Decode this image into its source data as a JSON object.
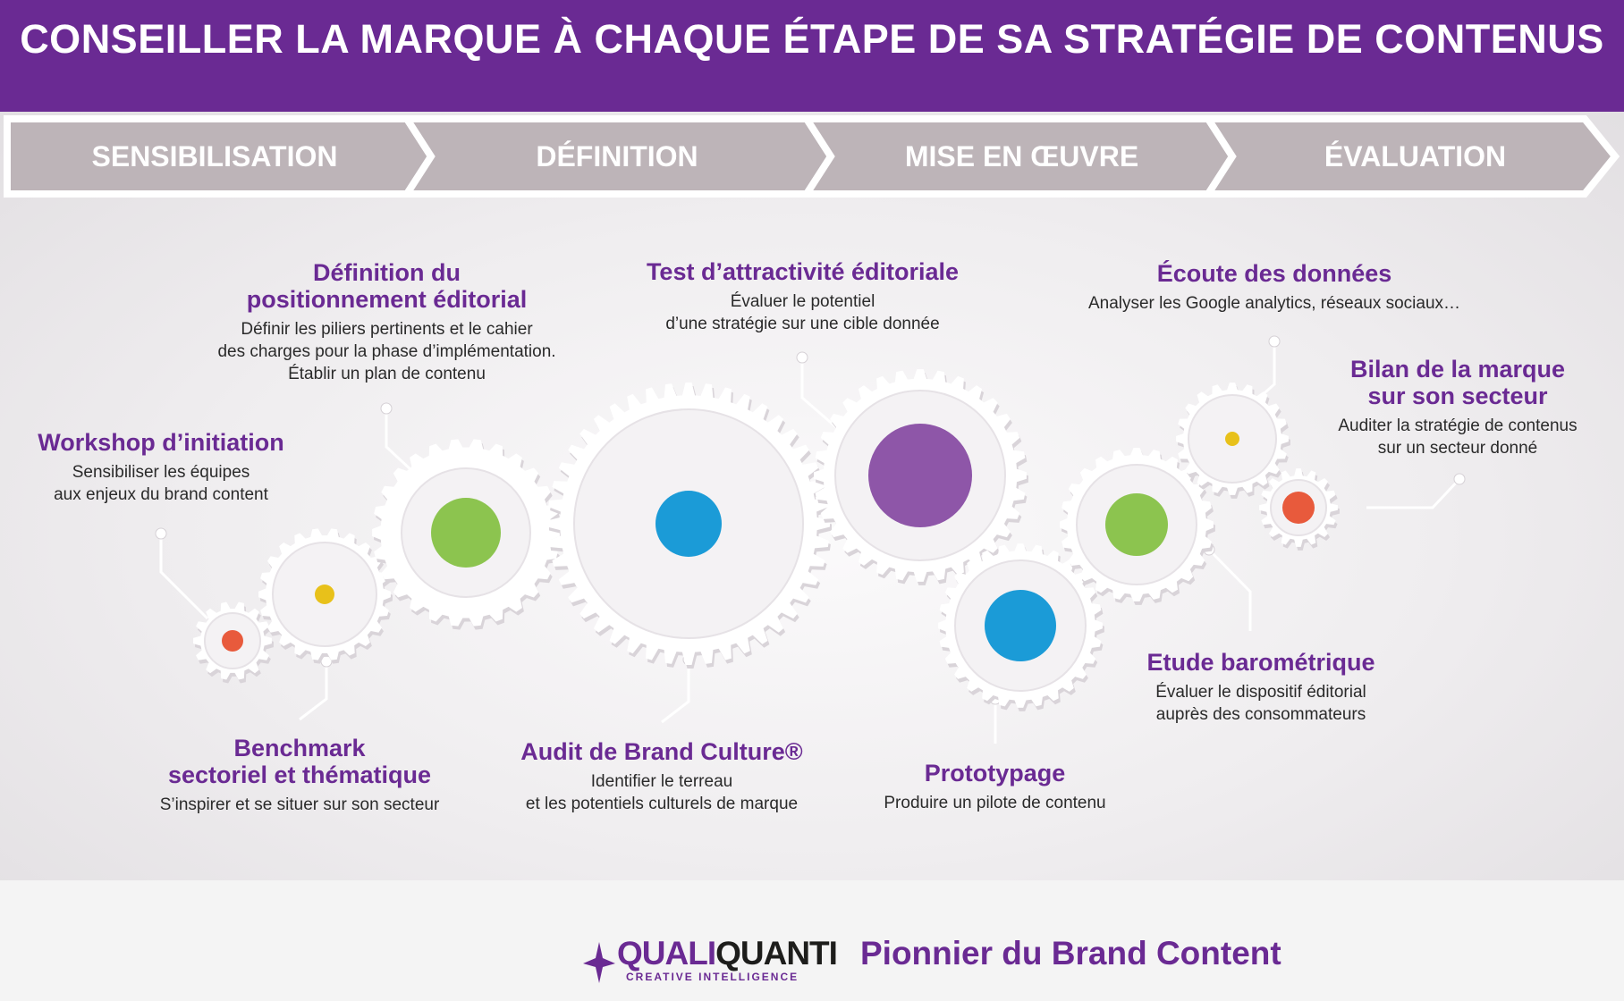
{
  "header": {
    "title": "CONSEILLER LA MARQUE À CHAQUE ÉTAPE DE SA STRATÉGIE DE CONTENUS"
  },
  "phases": [
    {
      "label": "SENSIBILISATION"
    },
    {
      "label": "DÉFINITION"
    },
    {
      "label": "MISE EN ŒUVRE"
    },
    {
      "label": "ÉVALUATION"
    }
  ],
  "colors": {
    "purple": "#6a2a93",
    "arrow_fill": "#bdb4b8",
    "green": "#8cc44f",
    "blue": "#1b9bd7",
    "violet": "#8e56a8",
    "orange": "#e85a3c",
    "yellow": "#e8c11a"
  },
  "steps": [
    {
      "id": "workshop",
      "title": "Workshop d’initiation",
      "desc": "Sensibiliser les équipes\naux enjeux du brand content"
    },
    {
      "id": "benchmark",
      "title": "Benchmark\nsectoriel et thématique",
      "desc": "S’inspirer et se situer sur son secteur"
    },
    {
      "id": "definition",
      "title": "Définition du\npositionnement éditorial",
      "desc": "Définir les piliers pertinents et le cahier\ndes charges pour la phase d’implémentation.\nÉtablir un plan de contenu"
    },
    {
      "id": "audit",
      "title": "Audit de Brand Culture®",
      "desc": "Identifier le terreau\net les potentiels culturels de marque"
    },
    {
      "id": "test",
      "title": "Test d’attractivité éditoriale",
      "desc": "Évaluer le potentiel\nd’une stratégie sur une cible donnée"
    },
    {
      "id": "prototypage",
      "title": "Prototypage",
      "desc": "Produire un pilote de contenu"
    },
    {
      "id": "ecoute",
      "title": "Écoute des données",
      "desc": "Analyser les Google analytics, réseaux sociaux…"
    },
    {
      "id": "bilan",
      "title": "Bilan de la marque\nsur son secteur",
      "desc": "Auditer la stratégie de contenus\nsur un secteur donné"
    },
    {
      "id": "etude",
      "title": "Etude barométrique",
      "desc": "Évaluer le dispositif éditorial\nauprès des consommateurs"
    }
  ],
  "footer": {
    "logo_quali": "QUALI",
    "logo_quanti": "QUANTI",
    "logo_subtitle": "CREATIVE INTELLIGENCE",
    "tagline": "Pionnier du Brand Content"
  }
}
